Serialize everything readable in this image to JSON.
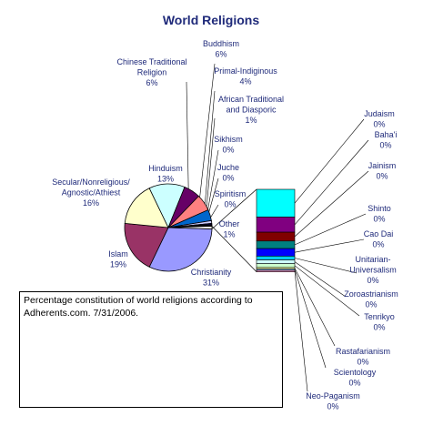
{
  "chart_data": {
    "type": "pie",
    "title": "World Religions",
    "note": "Percentage constitution of world religions according to Adherents.com. 7/31/2006.",
    "slices": [
      {
        "name": "Christianity",
        "lines": [
          "Christianity",
          "31%"
        ],
        "value": 31,
        "color": "#9999ff"
      },
      {
        "name": "Islam",
        "lines": [
          "Islam",
          "19%"
        ],
        "value": 19,
        "color": "#993366"
      },
      {
        "name": "Secular/Nonreligious/Agnostic/Athiest",
        "lines": [
          "Secular/Nonreligious/",
          "Agnostic/Athiest",
          "16%"
        ],
        "value": 16,
        "color": "#ffffcc"
      },
      {
        "name": "Hinduism",
        "lines": [
          "Hinduism",
          "13%"
        ],
        "value": 13,
        "color": "#ccffff"
      },
      {
        "name": "Chinese Traditional Religion",
        "lines": [
          "Chinese Traditional",
          "Religion",
          "6%"
        ],
        "value": 6,
        "color": "#660066"
      },
      {
        "name": "Buddhism",
        "lines": [
          "Buddhism",
          "6%"
        ],
        "value": 6,
        "color": "#ff8080"
      },
      {
        "name": "Primal-Indiginous",
        "lines": [
          "Primal-Indiginous",
          "4%"
        ],
        "value": 4,
        "color": "#0066cc"
      },
      {
        "name": "African Traditional and Diasporic",
        "lines": [
          "African Traditional",
          "and Diasporic",
          "1%"
        ],
        "value": 1,
        "color": "#ccccff"
      },
      {
        "name": "Sikhism",
        "lines": [
          "Sikhism",
          "0%"
        ],
        "value": 0.4,
        "color": "#000080"
      },
      {
        "name": "Juche",
        "lines": [
          "Juche",
          "0%"
        ],
        "value": 0.3,
        "color": "#ff00ff"
      },
      {
        "name": "Spiritism",
        "lines": [
          "Spiritism",
          "0%"
        ],
        "value": 0.3,
        "color": "#ffff00"
      },
      {
        "name": "Other",
        "lines": [
          "Other",
          "1%"
        ],
        "value": 1,
        "color": "#ffffff"
      }
    ],
    "other_breakdown": [
      {
        "name": "Judaism",
        "lines": [
          "Judaism",
          "0%"
        ],
        "value": 0.22,
        "color": "#00ffff"
      },
      {
        "name": "Baha'i",
        "lines": [
          "Baha'i",
          "0%"
        ],
        "value": 0.12,
        "color": "#800080"
      },
      {
        "name": "Jainism",
        "lines": [
          "Jainism",
          "0%"
        ],
        "value": 0.07,
        "color": "#800000"
      },
      {
        "name": "Shinto",
        "lines": [
          "Shinto",
          "0%"
        ],
        "value": 0.06,
        "color": "#008080"
      },
      {
        "name": "Cao Dai",
        "lines": [
          "Cao Dai",
          "0%"
        ],
        "value": 0.06,
        "color": "#0000ff"
      },
      {
        "name": "Unitarian-Universalism",
        "lines": [
          "Unitarian-",
          "Universalism",
          "0%"
        ],
        "value": 0.03,
        "color": "#00ccff"
      },
      {
        "name": "Zoroastrianism",
        "lines": [
          "Zoroastrianism",
          "0%"
        ],
        "value": 0.03,
        "color": "#ccffff"
      },
      {
        "name": "Tenrikyo",
        "lines": [
          "Tenrikyo",
          "0%"
        ],
        "value": 0.03,
        "color": "#ccffcc"
      },
      {
        "name": "Rastafarianism",
        "lines": [
          "Rastafarianism",
          "0%"
        ],
        "value": 0.01,
        "color": "#ffff99"
      },
      {
        "name": "Scientology",
        "lines": [
          "Scientology",
          "0%"
        ],
        "value": 0.01,
        "color": "#99ccff"
      },
      {
        "name": "Neo-Paganism",
        "lines": [
          "Neo-Paganism",
          "0%"
        ],
        "value": 0.01,
        "color": "#ff99cc"
      }
    ]
  }
}
